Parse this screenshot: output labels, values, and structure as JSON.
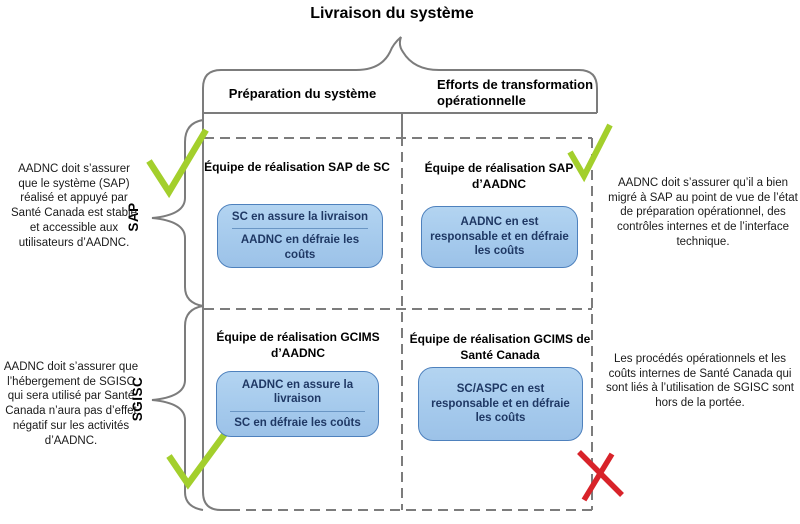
{
  "title": "Livraison du système",
  "header": {
    "col1": "Préparation du système",
    "col2": "Efforts de transformation opérationnelle"
  },
  "rows": {
    "sap": "SAP",
    "sgisc": "SGISC"
  },
  "quadrants": {
    "q1": {
      "header": "Équipe de réalisation SAP de SC",
      "line1": "SC en assure la livraison",
      "line2": "AADNC en défraie les coûts"
    },
    "q2": {
      "header": "Équipe de réalisation SAP d’AADNC",
      "box": "AADNC en est responsable et en défraie les coûts"
    },
    "q3": {
      "header": "Équipe de réalisation GCIMS d’AADNC",
      "line1": "AADNC en assure la livraison",
      "line2": "SC en défraie les coûts"
    },
    "q4": {
      "header": "Équipe de réalisation GCIMS de Santé Canada",
      "box": "SC/ASPC en est responsable et en défraie les coûts"
    }
  },
  "notes": {
    "left_top": "AADNC doit s’assurer que le système (SAP) réalisé et appuyé par Santé Canada est stable et accessible aux utilisateurs d’AADNC.",
    "left_bottom": "AADNC doit s’assurer que l’hébergement de SGISC qui sera utilisé par Santé Canada n’aura pas d’effet négatif sur les activités d’AADNC.",
    "right_top": "AADNC doit s’assurer qu’il a bien migré à SAP au point de vue de l’état de préparation opérationnel, des contrôles internes et de l’interface technique.",
    "right_bottom": "Les procédés opérationnels et les coûts internes de Santé Canada qui sont liés à l’utilisation de SGISC sont hors de la portée."
  },
  "markers": {
    "sap_left": "check",
    "sap_right": "check",
    "sgisc_left": "check",
    "sgisc_right": "cross"
  },
  "colors": {
    "line_gray": "#7C7C7C",
    "check_green": "#A3CF2C",
    "cross_red": "#D8232A",
    "box_fill": "#A8CCEC",
    "box_border": "#4E81BD",
    "box_text": "#1F3864"
  }
}
